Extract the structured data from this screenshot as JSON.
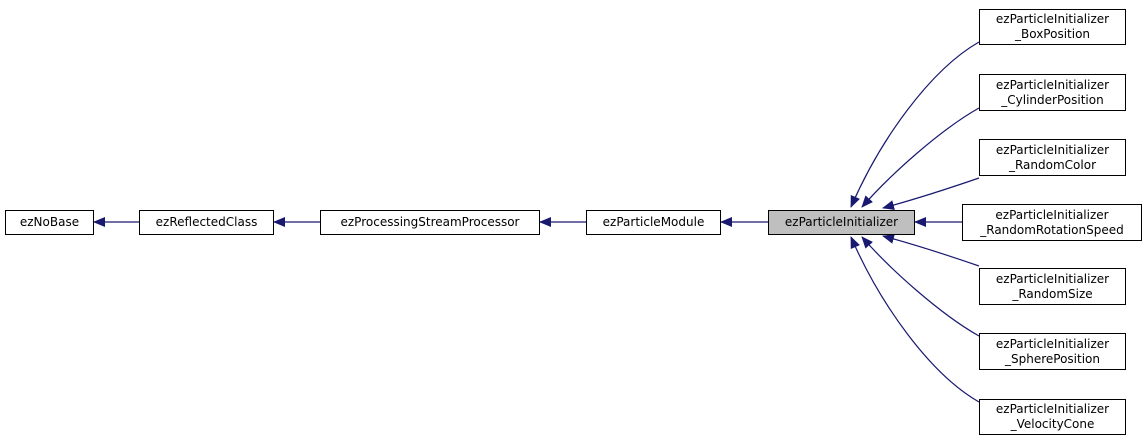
{
  "diagram": {
    "chain": [
      {
        "id": "nobase",
        "label": "ezNoBase"
      },
      {
        "id": "reflected",
        "label": "ezReflectedClass"
      },
      {
        "id": "stream",
        "label": "ezProcessingStreamProcessor"
      },
      {
        "id": "module",
        "label": "ezParticleModule"
      },
      {
        "id": "initializer",
        "label": "ezParticleInitializer"
      }
    ],
    "children": [
      {
        "id": "box",
        "line1": "ezParticleInitializer",
        "line2": "_BoxPosition"
      },
      {
        "id": "cylinder",
        "line1": "ezParticleInitializer",
        "line2": "_CylinderPosition"
      },
      {
        "id": "color",
        "line1": "ezParticleInitializer",
        "line2": "_RandomColor"
      },
      {
        "id": "rotation",
        "line1": "ezParticleInitializer",
        "line2": "_RandomRotationSpeed"
      },
      {
        "id": "size",
        "line1": "ezParticleInitializer",
        "line2": "_RandomSize"
      },
      {
        "id": "sphere",
        "line1": "ezParticleInitializer",
        "line2": "_SpherePosition"
      },
      {
        "id": "velocity",
        "line1": "ezParticleInitializer",
        "line2": "_VelocityCone"
      }
    ],
    "colors": {
      "edge": "#191970",
      "node_fill": "#ffffff",
      "current_fill": "#bfbfbf",
      "border": "#000000"
    }
  }
}
